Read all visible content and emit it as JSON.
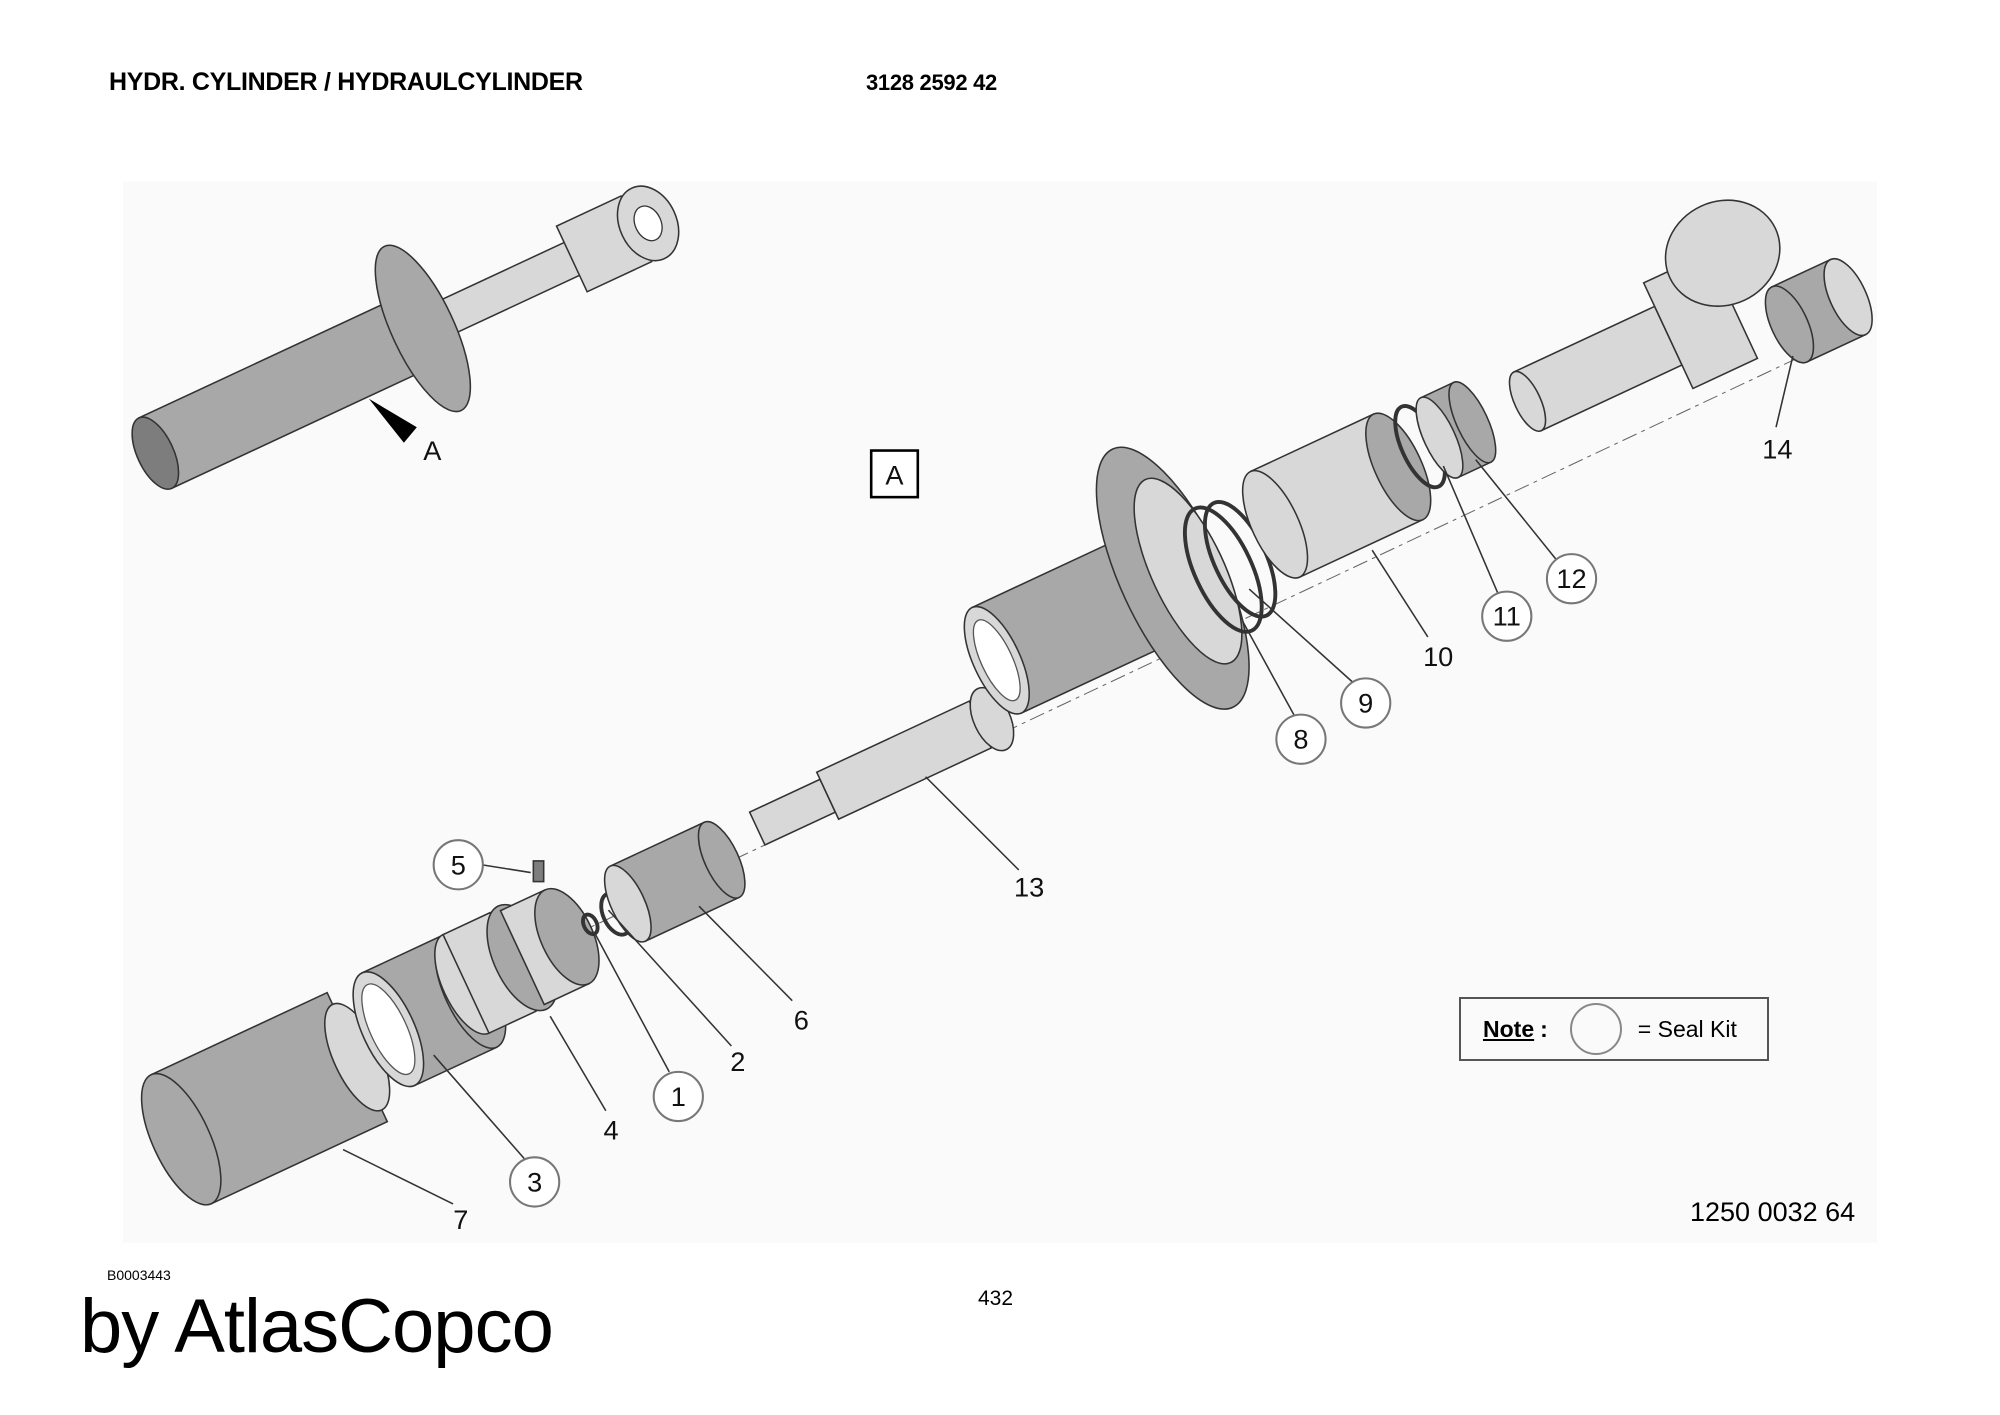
{
  "header": {
    "title": "HYDR. CYLINDER / HYDRAULCYLINDER",
    "part_number": "3128 2592 42"
  },
  "diagram": {
    "view_marker": "A",
    "detail_box": "A",
    "callouts": [
      {
        "num": "1",
        "seal_kit": true
      },
      {
        "num": "2",
        "seal_kit": false
      },
      {
        "num": "3",
        "seal_kit": true
      },
      {
        "num": "4",
        "seal_kit": false
      },
      {
        "num": "5",
        "seal_kit": true
      },
      {
        "num": "6",
        "seal_kit": false
      },
      {
        "num": "7",
        "seal_kit": false
      },
      {
        "num": "8",
        "seal_kit": true
      },
      {
        "num": "9",
        "seal_kit": true
      },
      {
        "num": "10",
        "seal_kit": false
      },
      {
        "num": "11",
        "seal_kit": true
      },
      {
        "num": "12",
        "seal_kit": true
      },
      {
        "num": "13",
        "seal_kit": false
      },
      {
        "num": "14",
        "seal_kit": false
      }
    ]
  },
  "note": {
    "label": "Note",
    "colon": ":",
    "text": "= Seal Kit"
  },
  "drawing_number": "1250 0032 64",
  "image_code": "B0003443",
  "page_number": "432",
  "brand": "by AtlasCopco"
}
